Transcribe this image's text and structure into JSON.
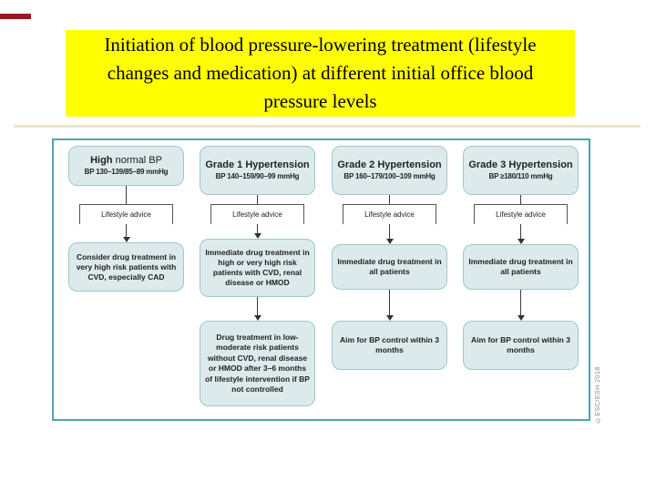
{
  "slide": {
    "title_lines": [
      "Initiation of blood pressure-lowering treatment (lifestyle",
      "changes and medication) at different initial office blood",
      "pressure levels"
    ],
    "copyright": "©ESC/ESH 2018",
    "colors": {
      "title_background": "#ffff00",
      "frame_border": "#4da5ad",
      "box_fill": "#dceaec",
      "box_border": "#9dc7cd",
      "divider": "#ede5c9",
      "red_mark": "#921b1e",
      "arrow": "#333333"
    }
  },
  "diagram": {
    "columns": [
      {
        "header_bold": "High",
        "header_rest": "normal BP",
        "header_sub": "BP 130–139/85–89 mmHg",
        "lifestyle": "Lifestyle advice",
        "box2": "Consider drug treatment in very high risk patients with CVD, especially CAD",
        "box3": ""
      },
      {
        "header_bold": "Grade 1 Hypertension",
        "header_rest": "",
        "header_sub": "BP 140–159/90–99 mmHg",
        "lifestyle": "Lifestyle advice",
        "box2": "Immediate drug treatment in high or very high risk patients with CVD, renal disease or HMOD",
        "box3": "Drug treatment in low-moderate risk patients without CVD, renal disease or HMOD after 3–6 months of lifestyle intervention if BP not controlled"
      },
      {
        "header_bold": "Grade 2 Hypertension",
        "header_rest": "",
        "header_sub": "BP 160–179/100–109 mmHg",
        "lifestyle": "Lifestyle advice",
        "box2": "Immediate drug treatment in all patients",
        "box3": "Aim for BP control within 3 months"
      },
      {
        "header_bold": "Grade 3 Hypertension",
        "header_rest": "",
        "header_sub": "BP ≥180/110 mmHg",
        "lifestyle": "Lifestyle advice",
        "box2": "Immediate drug treatment in all patients",
        "box3": "Aim for BP control within 3 months"
      }
    ]
  }
}
